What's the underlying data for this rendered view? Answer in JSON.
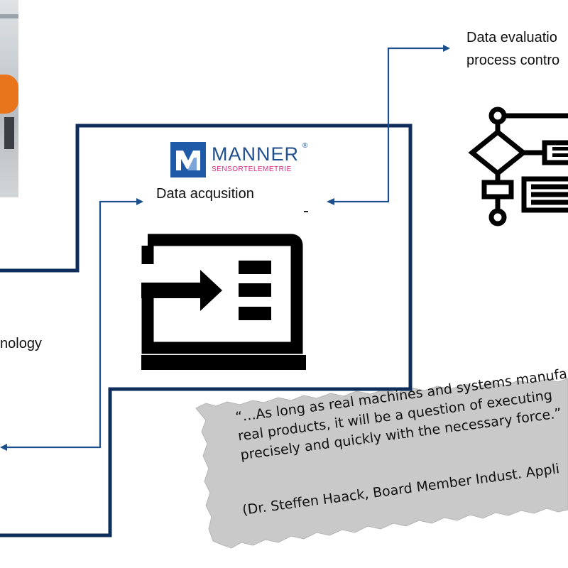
{
  "logo": {
    "name": "MANNER",
    "registered": "®",
    "subtitle": "SENSORTELEMETRIE"
  },
  "labels": {
    "data_acquisition": "Data acqusition",
    "data_evaluation_line1": "Data evaluatio",
    "data_evaluation_line2": "process contro",
    "technology_fragment": "nology"
  },
  "quote": {
    "line1": "“…As long as real machines and systems manufa",
    "line2": "real products, it will be a question of executing",
    "line3": "precisely and quickly with the necessary force.”",
    "attribution": "(Dr. Steffen Haack, Board Member Indust. Appli"
  },
  "icons": {
    "acquisition": "import-to-screen-icon",
    "evaluation": "flowchart-icon"
  },
  "colors": {
    "frame": "#0e2d5b",
    "arrow": "#1d4f8c",
    "logo_blue": "#1f5aa8",
    "logo_pink": "#d62a80",
    "paper": "#c8c8c8"
  }
}
